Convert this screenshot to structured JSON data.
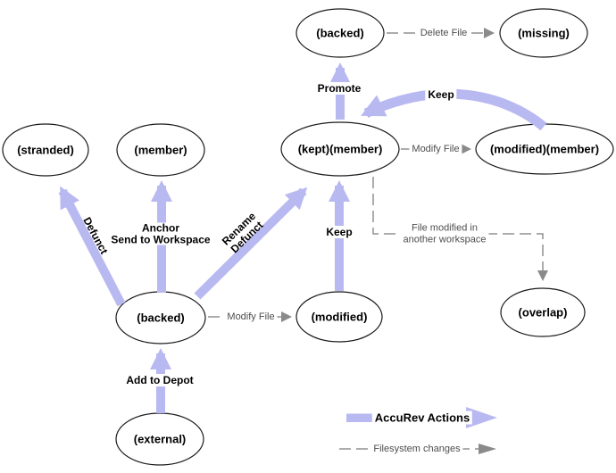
{
  "colors": {
    "accurev_arrow": "#b9b9f2",
    "filesystem_line": "#909090",
    "filesystem_head": "#8a8a8a",
    "node_stroke": "#1a1a1a",
    "gray_label": "#4d4d4d"
  },
  "nodes": {
    "backed_top": "(backed)",
    "missing": "(missing)",
    "stranded": "(stranded)",
    "member": "(member)",
    "kept_member": "(kept)(member)",
    "modified_member": "(modified)(member)",
    "backed_bottom": "(backed)",
    "modified": "(modified)",
    "overlap": "(overlap)",
    "external": "(external)"
  },
  "edge_labels": {
    "promote": "Promote",
    "keep_top": "Keep",
    "keep_mid": "Keep",
    "defunct": "Defunct",
    "anchor_line1": "Anchor",
    "anchor_line2": "Send to Workspace",
    "rename_line1": "Rename",
    "rename_line2": "Defunct",
    "add_to_depot": "Add to Depot",
    "delete_file": "Delete File",
    "modify_file_top": "Modify File",
    "modify_file_bottom": "Modify File",
    "overlap_line1": "File modified in",
    "overlap_line2": "another workspace"
  },
  "legend": {
    "accurev": "AccuRev Actions",
    "filesystem": "Filesystem changes"
  }
}
